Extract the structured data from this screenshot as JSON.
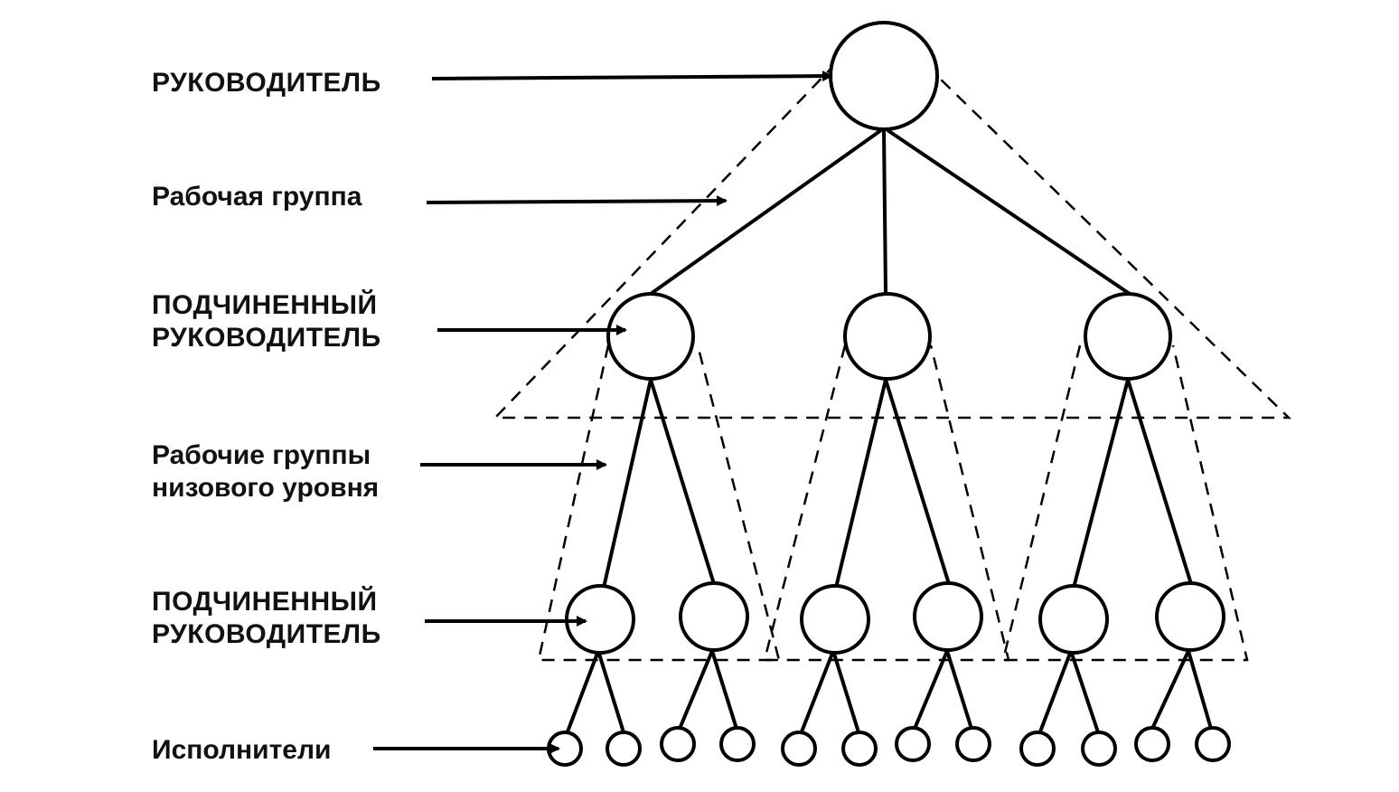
{
  "labels": {
    "top_manager": "РУКОВОДИТЕЛЬ",
    "work_group": "Рабочая группа",
    "sub_manager_1_line1": "ПОДЧИНЕННЫЙ",
    "sub_manager_1_line2": "РУКОВОДИТЕЛЬ",
    "low_groups_line1": "Рабочие группы",
    "low_groups_line2": "низового уровня",
    "sub_manager_2_line1": "ПОДЧИНЕННЫЙ",
    "sub_manager_2_line2": "РУКОВОДИТЕЛЬ",
    "executors": "Исполнители"
  },
  "colors": {
    "ink": "#000000",
    "background": "#ffffff"
  }
}
